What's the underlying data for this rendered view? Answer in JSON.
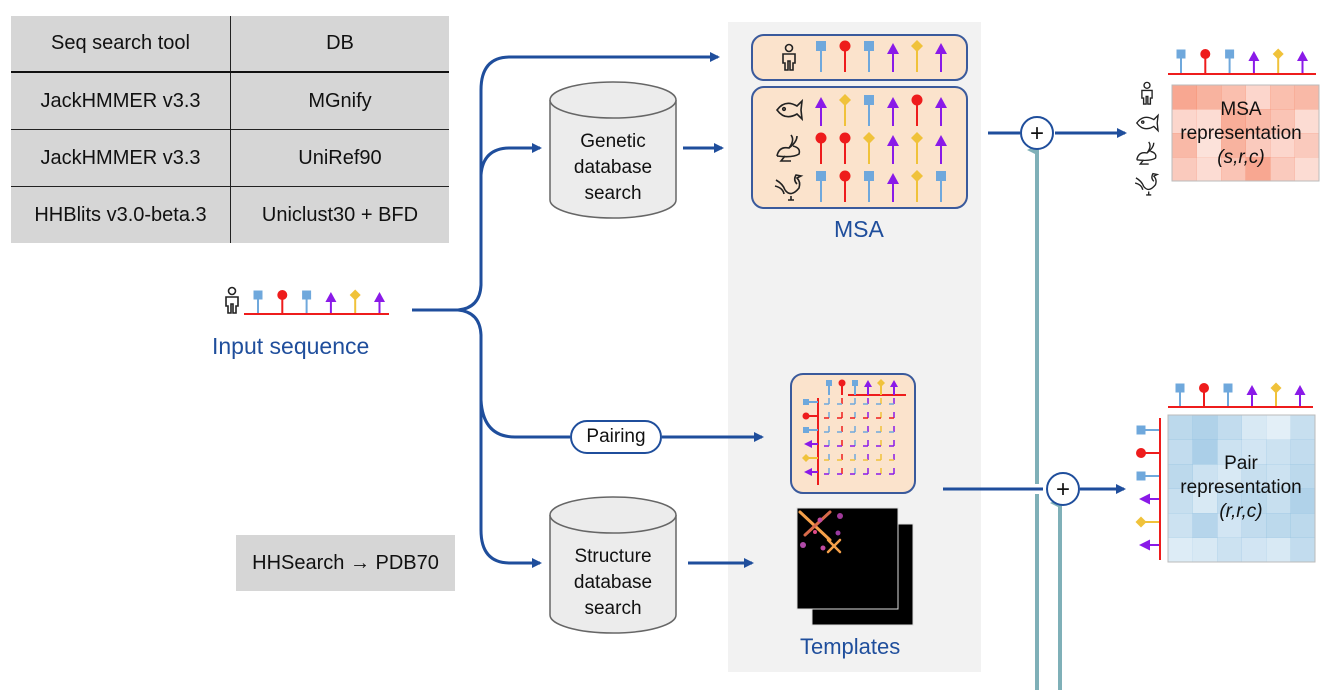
{
  "search_table": {
    "headers": [
      "Seq search tool",
      "DB"
    ],
    "rows": [
      [
        "JackHMMER v3.3",
        "MGnify"
      ],
      [
        "JackHMMER v3.3",
        "UniRef90"
      ],
      [
        "HHBlits v3.0-beta.3",
        "Uniclust30 + BFD"
      ]
    ]
  },
  "template_search": "HHSearch → PDB70",
  "input": {
    "label": "Input sequence",
    "residues": [
      "square-blue",
      "circle-red",
      "square-blue",
      "triangle-purple",
      "diamond-yellow",
      "triangle-purple"
    ]
  },
  "nodes": {
    "genetic_db": [
      "Genetic",
      "database",
      "search"
    ],
    "structure_db": [
      "Structure",
      "database",
      "search"
    ],
    "pairing": "Pairing",
    "msa_label": "MSA",
    "templates_label": "Templates",
    "msa_rep": {
      "line1": "MSA",
      "line2": "representation",
      "line3": "(s,r,c)"
    },
    "pair_rep": {
      "line1": "Pair",
      "line2": "representation",
      "line3": "(r,r,c)"
    }
  },
  "msa": {
    "query": {
      "organism": "human-icon",
      "residues": [
        "square-blue",
        "circle-red",
        "square-blue",
        "triangle-purple",
        "diamond-yellow",
        "triangle-purple"
      ]
    },
    "hits": [
      {
        "organism": "fish-icon",
        "residues": [
          "triangle-purple",
          "diamond-yellow",
          "square-blue",
          "triangle-purple",
          "circle-red",
          "triangle-purple"
        ]
      },
      {
        "organism": "rabbit-icon",
        "residues": [
          "circle-red",
          "circle-red",
          "diamond-yellow",
          "triangle-purple",
          "diamond-yellow",
          "triangle-purple"
        ]
      },
      {
        "organism": "rooster-icon",
        "residues": [
          "square-blue",
          "circle-red",
          "square-blue",
          "triangle-purple",
          "diamond-yellow",
          "square-blue"
        ]
      }
    ]
  },
  "colors": {
    "flow_arrow": "#1f4e9c",
    "recycle_arrow": "#7fb0b8",
    "residue_blue": "#6fa8dc",
    "residue_red": "#ee1c1c",
    "residue_purple": "#8a1ae8",
    "residue_yellow": "#f0c23a",
    "msa_box_fill": "#fbe3cc",
    "msa_rep_tint": "#f58a6c",
    "pair_rep_tint": "#8fbfe0"
  },
  "icons": {
    "plus": "+",
    "arrow": "→"
  }
}
